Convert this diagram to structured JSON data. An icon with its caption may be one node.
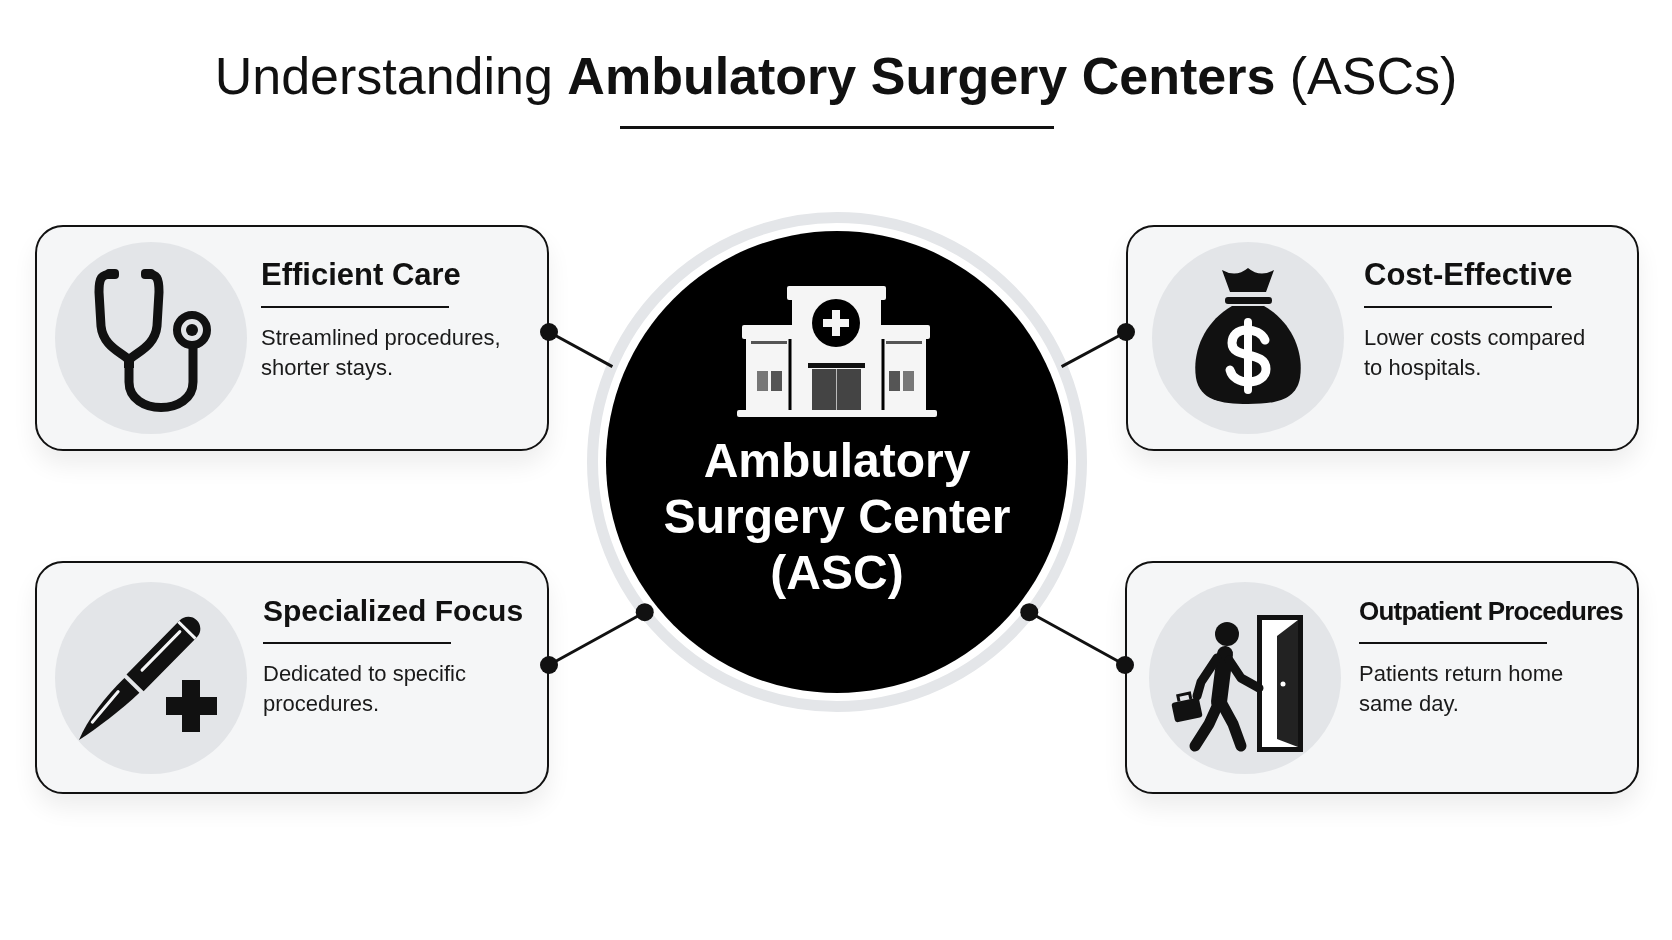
{
  "diagram": {
    "title": "Understanding **Ambulatory Surgery Centers** (ASCs)",
    "nodes": [
      {
        "text": [
          "Efficient Care",
          "Streamlined procedures, shorter stays."
        ]
      },
      {
        "text": [
          "Ambulatory Surgery Center (ASC)"
        ]
      },
      {
        "text": [
          "Cost-Effective",
          "Lower costs compared to hospitals."
        ]
      },
      {
        "text": [
          "Specialized Focus",
          "Dedicated to specific procedures."
        ]
      },
      {
        "text": [
          "Outpatient Procedures",
          "Patients return home same day."
        ]
      }
    ],
    "edges": [
      {
        "from": 1,
        "to": 0,
        "arrow": "other"
      },
      {
        "from": 1,
        "to": 2,
        "arrow": "other"
      },
      {
        "from": 1,
        "to": 3,
        "arrow": "other"
      },
      {
        "from": 1,
        "to": 4,
        "arrow": "other"
      }
    ]
  }
}
